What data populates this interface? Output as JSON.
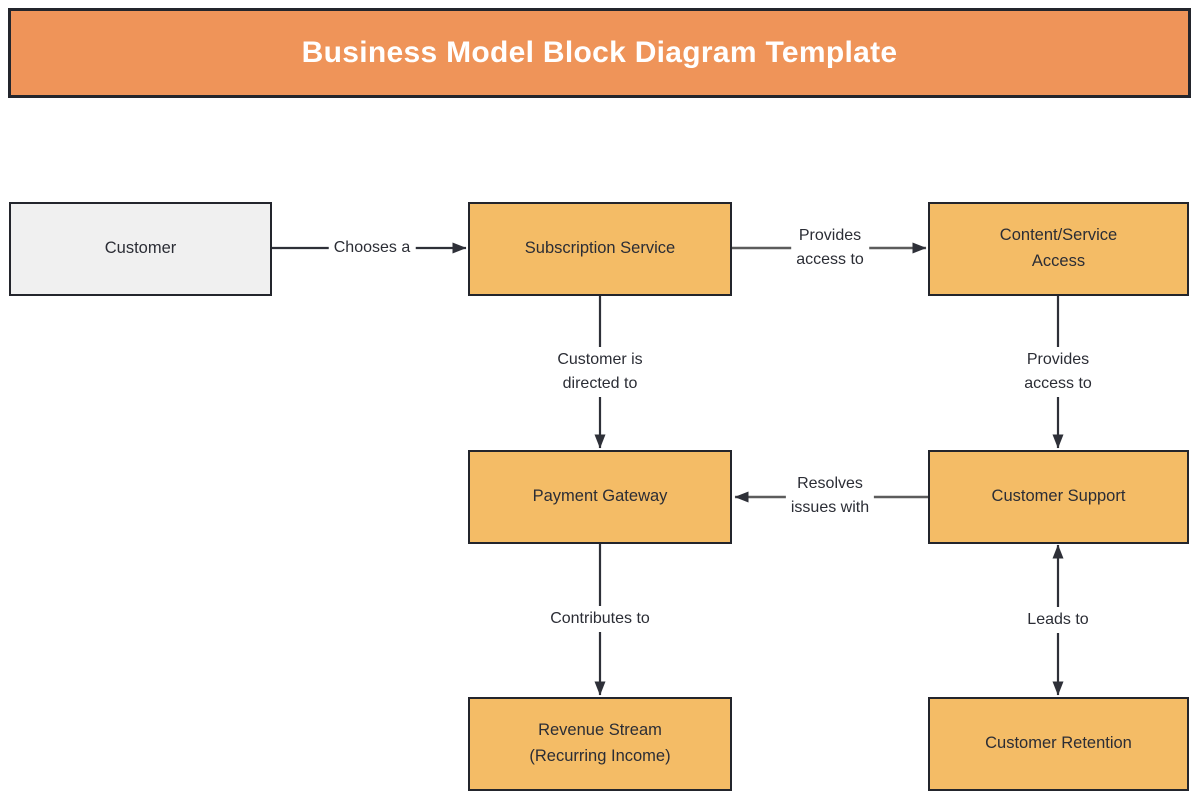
{
  "title": "Business Model Block Diagram Template",
  "colors": {
    "banner_fill": "#EF9459",
    "node_fill": "#F4BC66",
    "neutral_node_fill": "#F0F0F0",
    "border_dark": "#23252C",
    "connector_dark": "#2E3038",
    "connector_gray": "#5C5C5C",
    "title_text": "#FFFFFF",
    "node_text": "#2B2D35"
  },
  "nodes": {
    "customer": {
      "label": "Customer"
    },
    "subscription_service": {
      "label": "Subscription Service"
    },
    "content_service_access": {
      "label": "Content/Service\nAccess"
    },
    "payment_gateway": {
      "label": "Payment Gateway"
    },
    "customer_support": {
      "label": "Customer Support"
    },
    "revenue_stream": {
      "label": "Revenue Stream\n(Recurring Income)"
    },
    "customer_retention": {
      "label": "Customer Retention"
    }
  },
  "edges": {
    "customer_to_subscription": {
      "from": "customer",
      "to": "subscription_service",
      "label": "Chooses a",
      "arrow": "end"
    },
    "subscription_to_content": {
      "from": "subscription_service",
      "to": "content_service_access",
      "label": "Provides\naccess to",
      "arrow": "end"
    },
    "subscription_to_payment": {
      "from": "subscription_service",
      "to": "payment_gateway",
      "label": "Customer is\ndirected to",
      "arrow": "end"
    },
    "content_to_support": {
      "from": "content_service_access",
      "to": "customer_support",
      "label": "Provides\naccess to",
      "arrow": "end"
    },
    "support_to_payment": {
      "from": "customer_support",
      "to": "payment_gateway",
      "label": "Resolves\nissues with",
      "arrow": "end"
    },
    "payment_to_revenue": {
      "from": "payment_gateway",
      "to": "revenue_stream",
      "label": "Contributes to",
      "arrow": "end"
    },
    "support_to_retention": {
      "from": "customer_support",
      "to": "customer_retention",
      "label": "Leads to",
      "arrow": "both"
    }
  }
}
